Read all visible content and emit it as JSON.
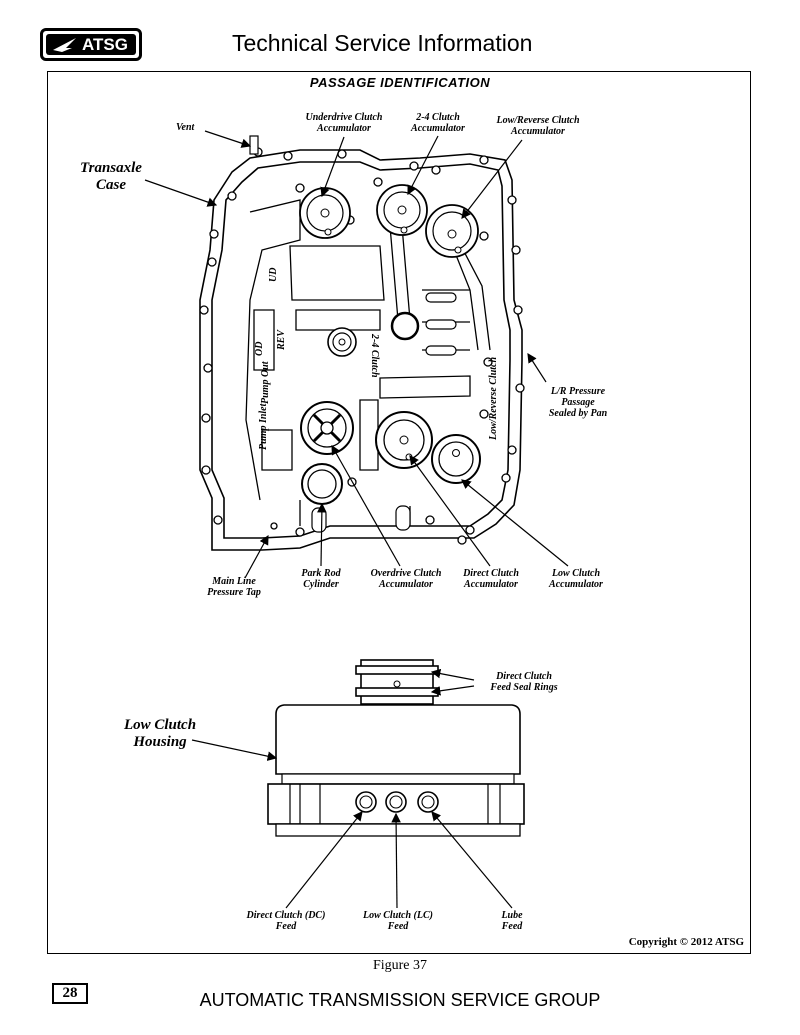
{
  "header": {
    "logo_text": "ATSG",
    "title": "Technical Service Information"
  },
  "section_title": "PASSAGE IDENTIFICATION",
  "labels": {
    "vent": "Vent",
    "transaxle_case": "Transaxle\nCase",
    "ud_accum": "Underdrive Clutch\nAccumulator",
    "c24_accum": "2-4 Clutch\nAccumulator",
    "lr_accum": "Low/Reverse Clutch\nAccumulator",
    "lr_pressure": "L/R Pressure\nPassage\nSealed by Pan",
    "main_line": "Main Line\nPressure Tap",
    "park_rod": "Park Rod\nCylinder",
    "od_accum": "Overdrive Clutch\nAccumulator",
    "direct_accum": "Direct Clutch\nAccumulator",
    "low_accum": "Low Clutch\nAccumulator",
    "dc_seal_rings": "Direct Clutch\nFeed Seal Rings",
    "low_clutch_housing": "Low Clutch\nHousing",
    "dc_feed": "Direct Clutch (DC)\nFeed",
    "lc_feed": "Low Clutch (LC)\nFeed",
    "lube_feed": "Lube\nFeed"
  },
  "passage_labels": {
    "ud": "UD",
    "od": "OD",
    "rev": "REV",
    "pump_out": "Pump Out",
    "pump_inlet": "Pump Inlet",
    "c24": "2-4 Clutch",
    "lr_clutch": "Low/Reverse Clutch"
  },
  "copyright": "Copyright © 2012 ATSG",
  "figure_caption": "Figure 37",
  "page_number": "28",
  "footer": "AUTOMATIC TRANSMISSION SERVICE GROUP"
}
